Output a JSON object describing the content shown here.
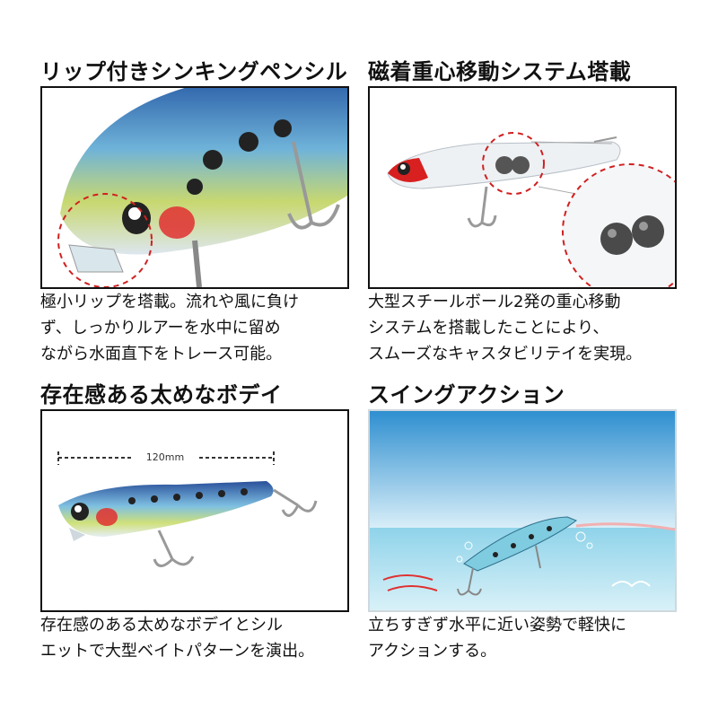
{
  "panels": [
    {
      "title": "リップ付きシンキングペンシル",
      "desc": [
        "極小リップを塔載。流れや風に負け",
        "ず、しっかりルアーを水中に留め",
        "ながら水面直下をトレース可能。"
      ]
    },
    {
      "title": "磁着重心移動システム塔載",
      "desc": [
        "大型スチールボール2発の重心移動",
        "システムを搭載したことにより、",
        "スムーズなキャスタビリテイを実現。"
      ]
    },
    {
      "title": "存在感ある太めなボデイ",
      "desc": [
        "存在感のある太めなボデイとシル",
        "エットで大型ベイトパターンを演出。"
      ]
    },
    {
      "title": "スイングアクション",
      "desc": [
        "立ちすぎず水平に近い姿勢で軽快に",
        "アクションする。"
      ]
    }
  ],
  "measurement": "120mm"
}
